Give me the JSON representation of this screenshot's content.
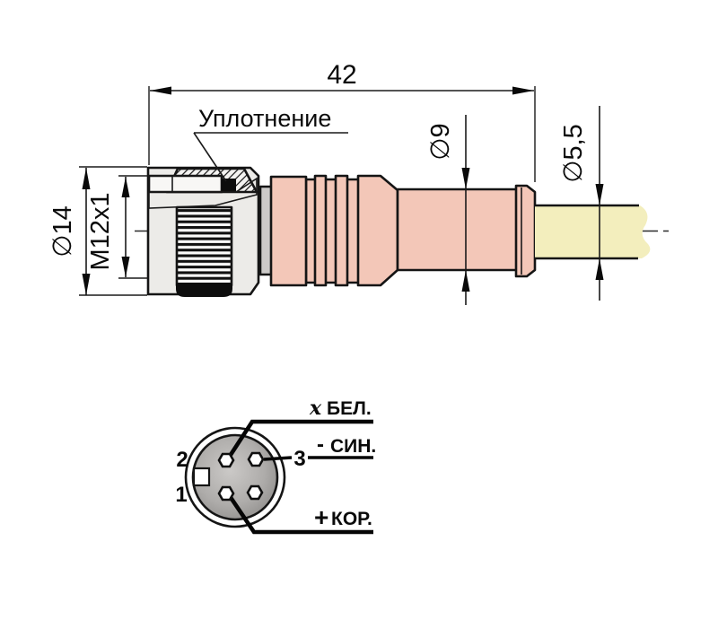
{
  "diagram": {
    "seal_label": "Уплотнение",
    "dimensions": {
      "length": "42",
      "outer_diameter": "∅14",
      "thread": "M12x1",
      "body_diameter": "∅9",
      "cable_diameter": "∅5,5"
    },
    "pinout": {
      "pin1": "1",
      "pin2": "2",
      "pin3": "3",
      "wire_white_symbol": "x",
      "wire_white": "БЕЛ.",
      "wire_blue_symbol": "-",
      "wire_blue": "СИН.",
      "wire_brown_symbol": "+",
      "wire_brown": "КОР."
    },
    "colors": {
      "body_pink": "#f3c7b8",
      "cable_yellow": "#f3eebd",
      "neck_gray": "#cccac8",
      "nut_metal": "#ecebe8",
      "sleeve_white": "#f8f7f5",
      "face_center": "#cbc9c7",
      "face_edge": "#8d8b89",
      "seal_black": "#0d0d0d"
    }
  }
}
